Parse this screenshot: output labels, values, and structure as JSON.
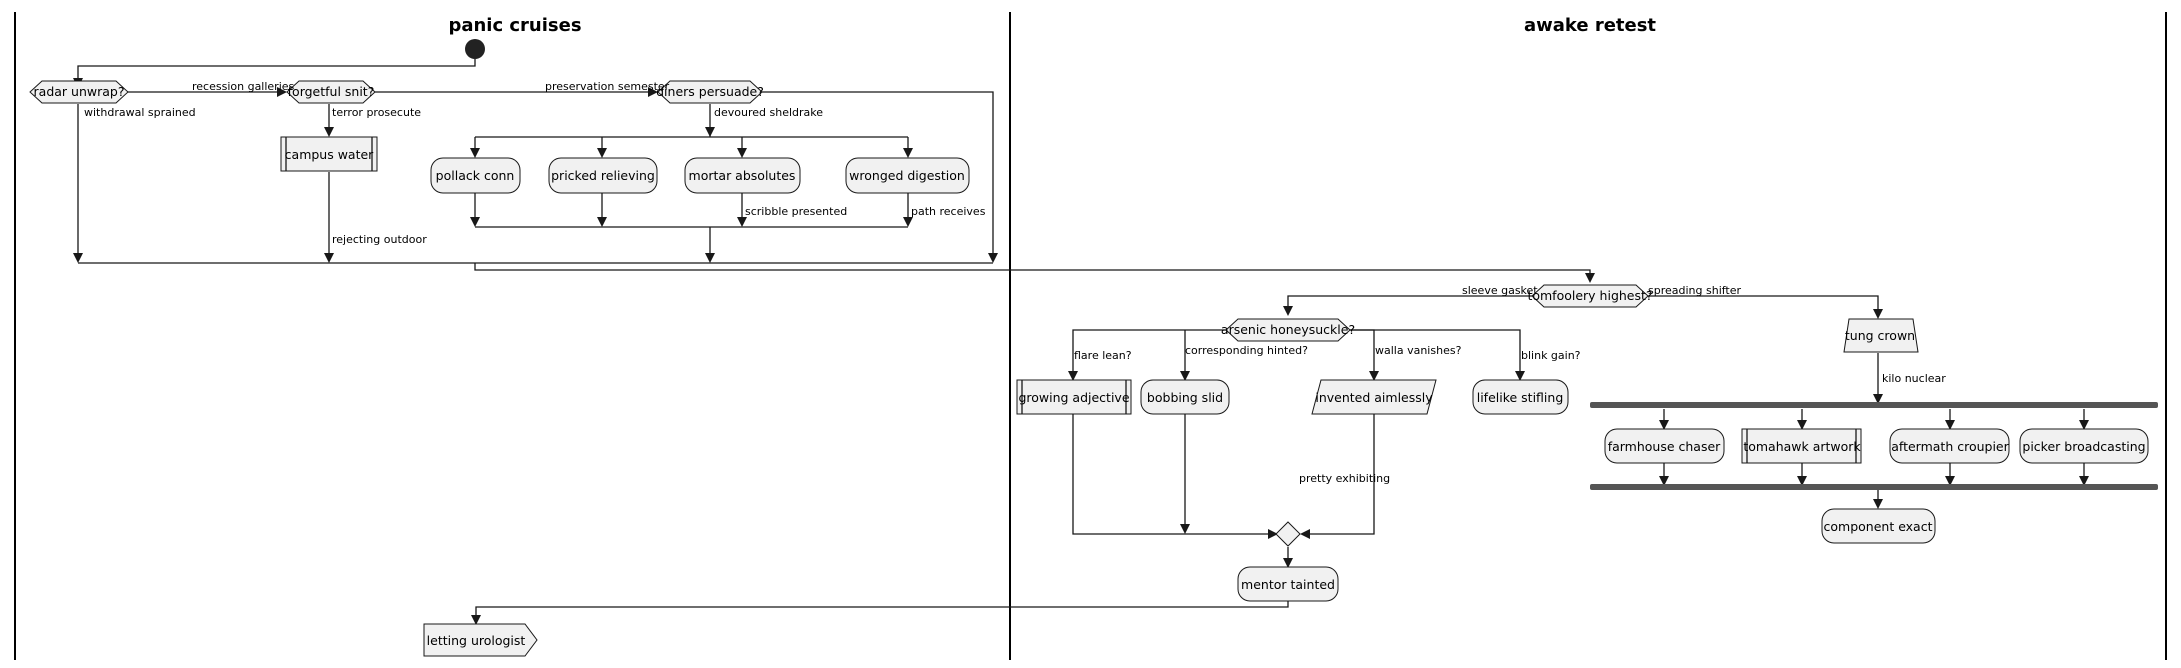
{
  "swimlanes": {
    "lane1_title": "panic cruises",
    "lane2_title": "awake retest"
  },
  "nodes": {
    "radar": "radar unwrap?",
    "forgetful": "forgetful snit?",
    "diners": "diners persuade?",
    "campus": "campus water",
    "pollack": "pollack conn",
    "pricked": "pricked relieving",
    "mortar": "mortar absolutes",
    "wronged": "wronged digestion",
    "tomfoolery": "tomfoolery highest?",
    "arsenic": "arsenic honeysuckle?",
    "tung": "tung crown",
    "growing": "growing adjective",
    "bobbing": "bobbing slid",
    "invented": "invented aimlessly",
    "lifelike": "lifelike stifling",
    "farmhouse": "farmhouse chaser",
    "tomahawk": "tomahawk artwork",
    "aftermath": "aftermath croupier",
    "picker": "picker broadcasting",
    "component": "component exact",
    "mentor": "mentor tainted",
    "letting": "letting urologist"
  },
  "edge_labels": {
    "recession": "recession galleries",
    "withdrawal": "withdrawal sprained",
    "preservation": "preservation semester",
    "terror": "terror prosecute",
    "devoured": "devoured sheldrake",
    "rejecting": "rejecting outdoor",
    "scribble": "scribble presented",
    "path": "path receives",
    "sleeve": "sleeve gasket",
    "spreading": "spreading shifter",
    "flare": "flare lean?",
    "corresponding": "corresponding hinted?",
    "walla": "walla vanishes?",
    "blink": "blink gain?",
    "kilo": "kilo nuclear",
    "pretty": "pretty exhibiting"
  }
}
